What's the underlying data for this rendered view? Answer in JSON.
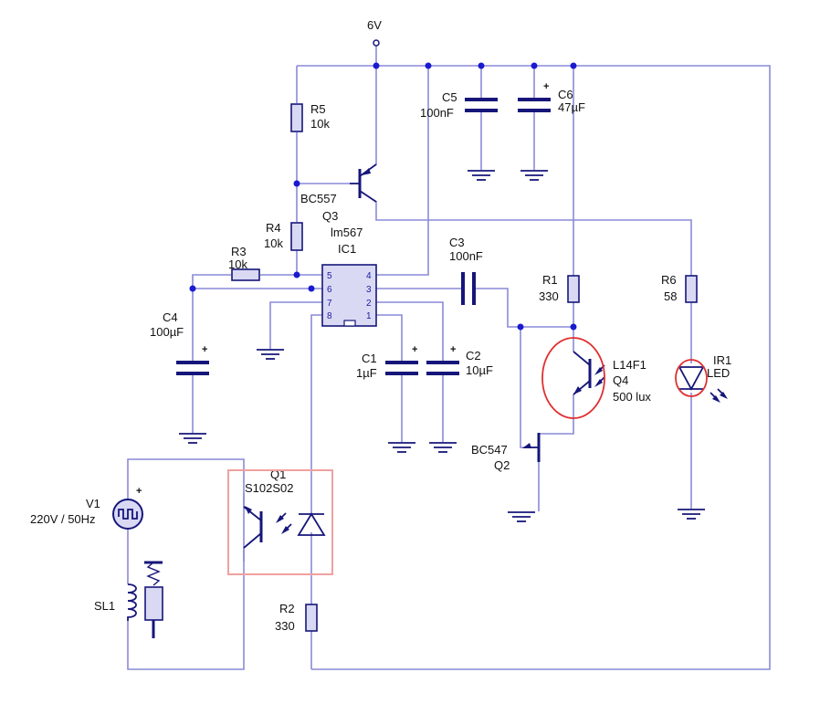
{
  "supply": {
    "label": "6V"
  },
  "components": {
    "R5": {
      "ref": "R5",
      "value": "10k"
    },
    "R4": {
      "ref": "R4",
      "value": "10k"
    },
    "R3": {
      "ref": "R3",
      "value": "10k"
    },
    "R1": {
      "ref": "R1",
      "value": "330"
    },
    "R6": {
      "ref": "R6",
      "value": "58"
    },
    "R2": {
      "ref": "R2",
      "value": "330"
    },
    "C5": {
      "ref": "C5",
      "value": "100nF"
    },
    "C6": {
      "ref": "C6",
      "value": "47µF",
      "polarity": "+"
    },
    "C3": {
      "ref": "C3",
      "value": "100nF"
    },
    "C4": {
      "ref": "C4",
      "value": "100µF",
      "polarity": "+"
    },
    "C1": {
      "ref": "C1",
      "value": "1µF",
      "polarity": "+"
    },
    "C2": {
      "ref": "C2",
      "value": "10µF",
      "polarity": "+"
    },
    "Q3": {
      "ref": "Q3",
      "part": "BC557"
    },
    "Q2": {
      "ref": "Q2",
      "part": "BC547"
    },
    "Q4": {
      "ref": "Q4",
      "part": "L14F1",
      "note": "500 lux"
    },
    "IC1": {
      "ref": "IC1",
      "part": "lm567",
      "pins": [
        "5",
        "6",
        "7",
        "8",
        "4",
        "3",
        "2",
        "1"
      ]
    },
    "IR1": {
      "ref": "IR1",
      "part": "LED"
    },
    "Q1": {
      "ref": "Q1",
      "part": "S102S02"
    },
    "V1": {
      "ref": "V1",
      "value": "220V / 50Hz",
      "polarity": "+"
    },
    "SL1": {
      "ref": "SL1"
    }
  },
  "colors": {
    "wire": "#8a8ad8",
    "component": "#16167a",
    "node": "#1a1ad0",
    "highlight": "#e03030",
    "highlight_box": "#f0a0a0"
  }
}
